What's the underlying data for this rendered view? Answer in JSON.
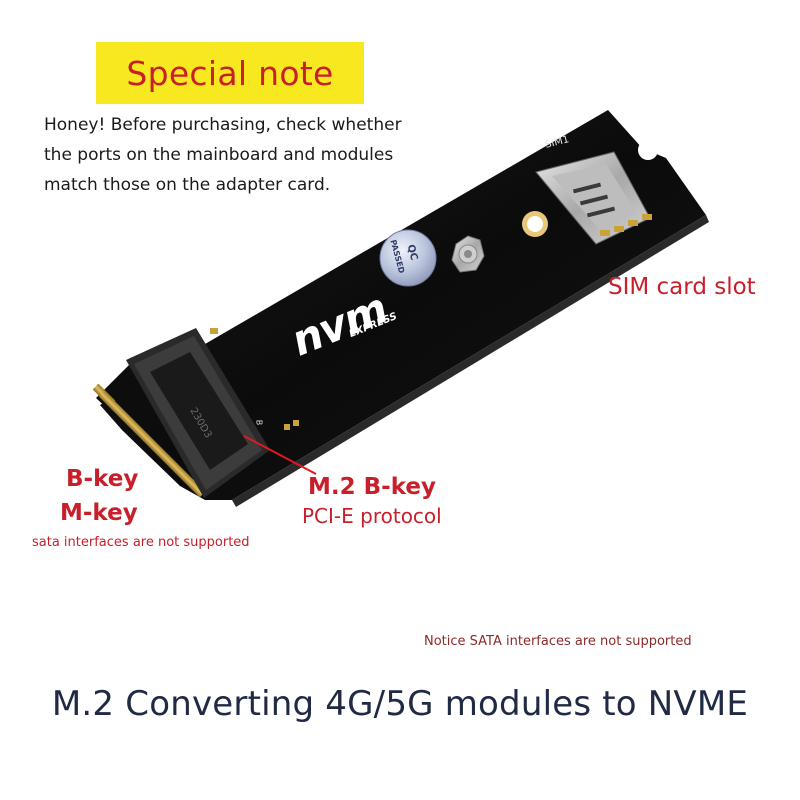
{
  "banner": {
    "text": "Special note"
  },
  "note": {
    "lines": [
      "Honey! Before purchasing, check whether",
      "the ports on the mainboard and modules",
      "match those on the adapter card."
    ]
  },
  "board": {
    "sim_silkscreen": "SIM1",
    "qc_line1": "QC",
    "qc_line2": "PASSED",
    "logo_main": "nvm",
    "logo_sub": "EXPRESS",
    "key_marker": "B"
  },
  "labels": {
    "sim_slot": "SIM card slot",
    "b_key": "B-key",
    "m_key": "M-key",
    "sata_note": "sata interfaces are not supported",
    "m2_bkey": "M.2 B-key",
    "pcie": "PCI-E protocol",
    "notice": "Notice SATA interfaces are not supported"
  },
  "title": "M.2 Converting 4G/5G modules to NVME",
  "colors": {
    "accent_red": "#c8202b",
    "banner_yellow": "#f7e81f",
    "board_black": "#0d0d0d",
    "gold": "#c9a23a",
    "title_navy": "#202a44"
  }
}
